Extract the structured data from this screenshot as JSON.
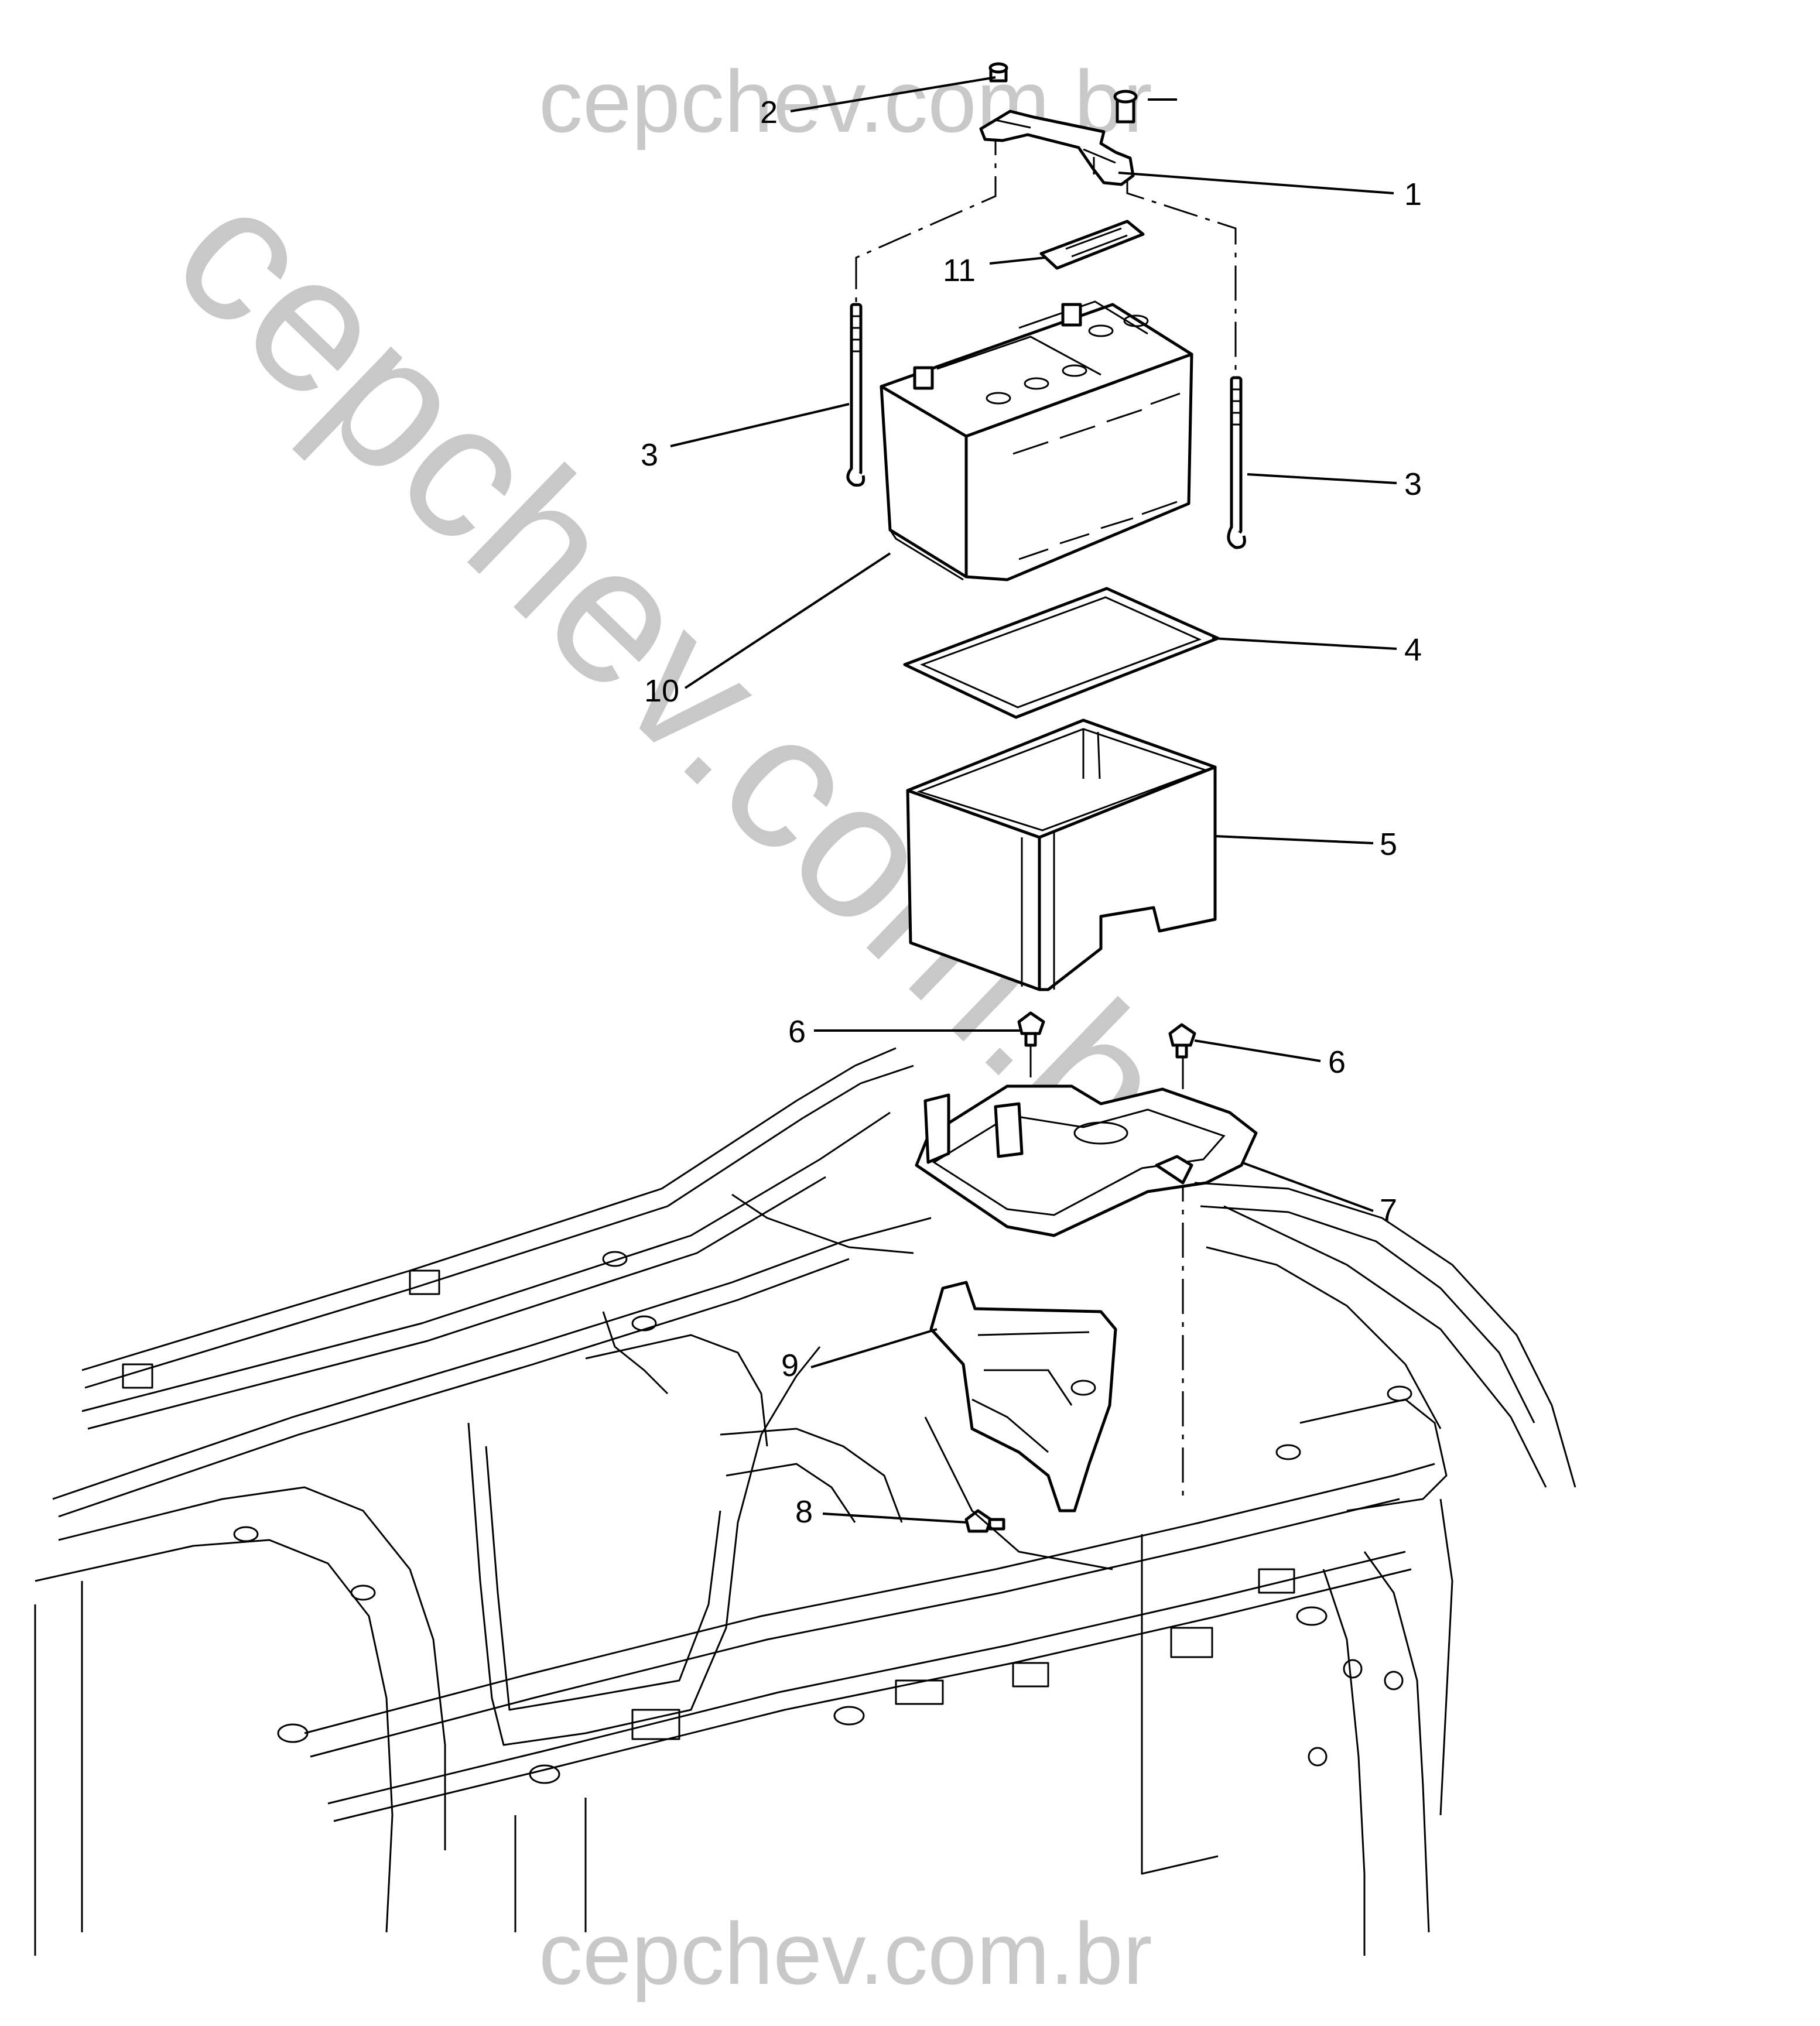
{
  "diagram": {
    "subject": "battery installation exploded view",
    "callouts": [
      {
        "id": "c1",
        "label": "1",
        "part": "battery-hold-down-bracket"
      },
      {
        "id": "c2",
        "label": "2",
        "part": "hold-down-nut"
      },
      {
        "id": "c3a",
        "label": "3",
        "part": "hold-down-rod-left"
      },
      {
        "id": "c3b",
        "label": "3",
        "part": "hold-down-rod-right"
      },
      {
        "id": "c4",
        "label": "4",
        "part": "battery-insulator-mat"
      },
      {
        "id": "c5",
        "label": "5",
        "part": "battery-insulator-box"
      },
      {
        "id": "c6a",
        "label": "6",
        "part": "tray-bolt-left"
      },
      {
        "id": "c6b",
        "label": "6",
        "part": "tray-bolt-right"
      },
      {
        "id": "c7",
        "label": "7",
        "part": "battery-tray"
      },
      {
        "id": "c8",
        "label": "8",
        "part": "support-bolt"
      },
      {
        "id": "c9",
        "label": "9",
        "part": "battery-tray-support"
      },
      {
        "id": "c10",
        "label": "10",
        "part": "battery"
      },
      {
        "id": "c11",
        "label": "11",
        "part": "battery-label"
      }
    ]
  },
  "watermarks": {
    "top": "cepchev.com.br",
    "diagonal": "cepchev.com.br",
    "bottom": "cepchev.com.br"
  },
  "colors": {
    "line": "#000000",
    "watermark": "#c8c8c8",
    "background": "#ffffff"
  }
}
